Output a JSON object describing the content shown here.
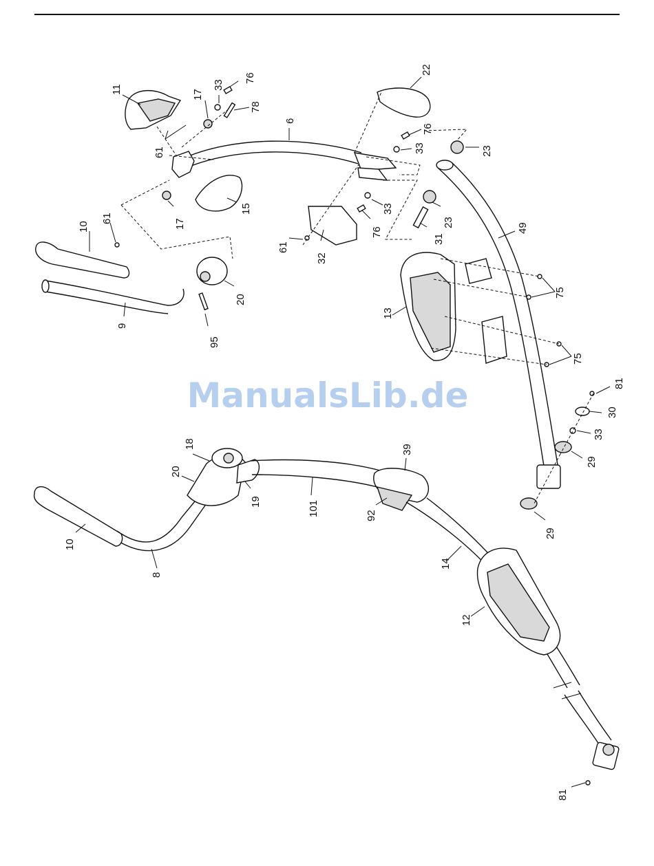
{
  "watermark": "ManualsLib.de",
  "callouts": [
    {
      "id": "c-22",
      "text": "22"
    },
    {
      "id": "c-33a",
      "text": "33"
    },
    {
      "id": "c-76a",
      "text": "76"
    },
    {
      "id": "c-11",
      "text": "11"
    },
    {
      "id": "c-17a",
      "text": "17"
    },
    {
      "id": "c-78",
      "text": "78"
    },
    {
      "id": "c-6",
      "text": "6"
    },
    {
      "id": "c-76b",
      "text": "76"
    },
    {
      "id": "c-33b",
      "text": "33"
    },
    {
      "id": "c-23a",
      "text": "23"
    },
    {
      "id": "c-61a",
      "text": "61"
    },
    {
      "id": "c-23b",
      "text": "23"
    },
    {
      "id": "c-33c",
      "text": "33"
    },
    {
      "id": "c-76c",
      "text": "76"
    },
    {
      "id": "c-15",
      "text": "15"
    },
    {
      "id": "c-17b",
      "text": "17"
    },
    {
      "id": "c-31",
      "text": "31"
    },
    {
      "id": "c-49",
      "text": "49"
    },
    {
      "id": "c-10a",
      "text": "10"
    },
    {
      "id": "c-61b",
      "text": "61"
    },
    {
      "id": "c-61c",
      "text": "61"
    },
    {
      "id": "c-32",
      "text": "32"
    },
    {
      "id": "c-75a",
      "text": "75"
    },
    {
      "id": "c-20a",
      "text": "20"
    },
    {
      "id": "c-13",
      "text": "13"
    },
    {
      "id": "c-9",
      "text": "9"
    },
    {
      "id": "c-95",
      "text": "95"
    },
    {
      "id": "c-75b",
      "text": "75"
    },
    {
      "id": "c-81a",
      "text": "81"
    },
    {
      "id": "c-30",
      "text": "30"
    },
    {
      "id": "c-33d",
      "text": "33"
    },
    {
      "id": "c-18",
      "text": "18"
    },
    {
      "id": "c-39",
      "text": "39"
    },
    {
      "id": "c-29a",
      "text": "29"
    },
    {
      "id": "c-20b",
      "text": "20"
    },
    {
      "id": "c-19",
      "text": "19"
    },
    {
      "id": "c-101",
      "text": "101"
    },
    {
      "id": "c-92",
      "text": "92"
    },
    {
      "id": "c-29b",
      "text": "29"
    },
    {
      "id": "c-10b",
      "text": "10"
    },
    {
      "id": "c-8",
      "text": "8"
    },
    {
      "id": "c-14",
      "text": "14"
    },
    {
      "id": "c-12",
      "text": "12"
    },
    {
      "id": "c-81b",
      "text": "81"
    }
  ]
}
